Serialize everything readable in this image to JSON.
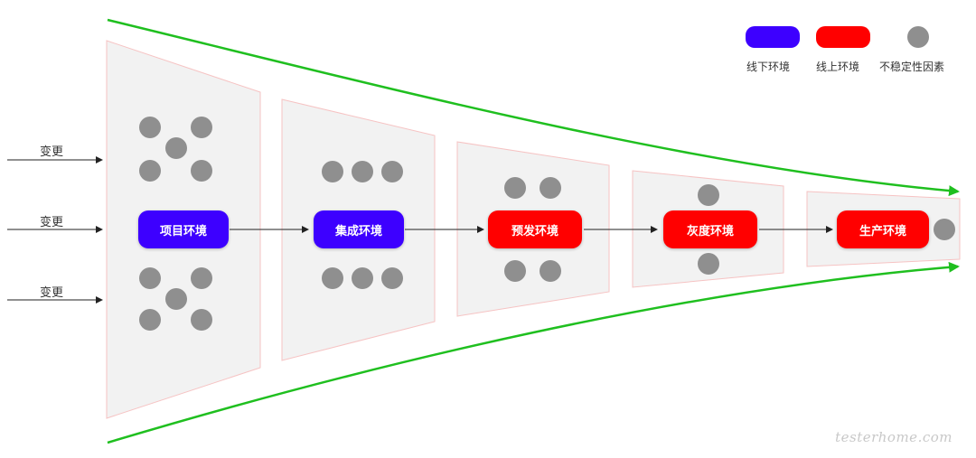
{
  "colors": {
    "offline": "#3d00ff",
    "online": "#ff0000",
    "factor": "#8f8f8f",
    "funnel_line": "#1fbf1f",
    "panel_fill": "#f2f2f2",
    "panel_border": "#f6c3c3",
    "arrow": "#222222"
  },
  "inputs": [
    "变更",
    "变更",
    "变更"
  ],
  "stages": [
    {
      "label": "项目环境",
      "env": "offline"
    },
    {
      "label": "集成环境",
      "env": "offline"
    },
    {
      "label": "预发环境",
      "env": "online"
    },
    {
      "label": "灰度环境",
      "env": "online"
    },
    {
      "label": "生产环境",
      "env": "online"
    }
  ],
  "factor_counts": [
    10,
    6,
    4,
    2,
    1
  ],
  "legend": {
    "offline": "线下环境",
    "online": "线上环境",
    "factor": "不稳定性因素"
  },
  "watermark": "testerhome.com"
}
